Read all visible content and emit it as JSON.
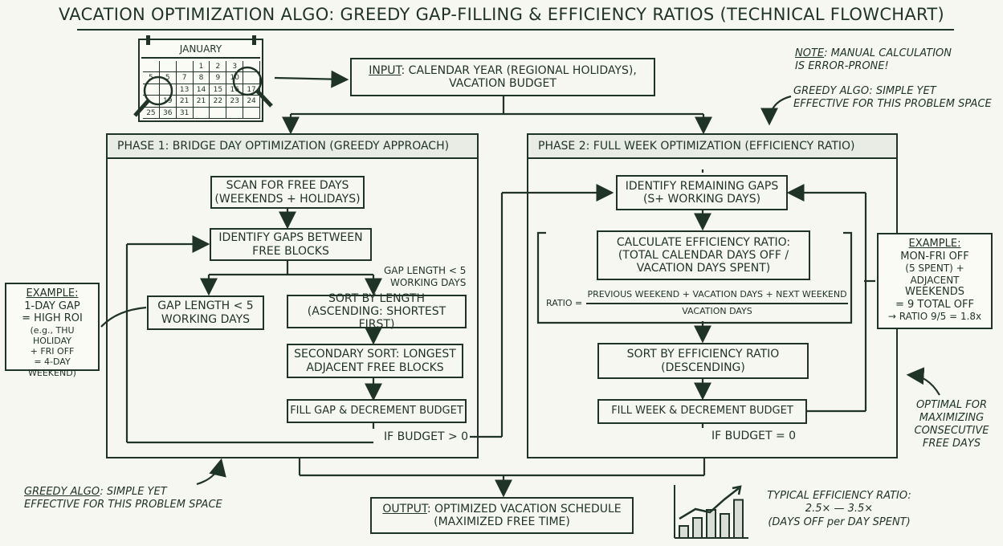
{
  "title": "VACATION OPTIMIZATION ALGO: GREEDY GAP-FILLING & EFFICIENCY RATIOS (TECHNICAL FLOWCHART)",
  "calendar": {
    "month": "JANUARY",
    "rows": [
      [
        "",
        "",
        "",
        "1",
        "2",
        "3",
        ""
      ],
      [
        "5",
        "5",
        "7",
        "8",
        "9",
        "10",
        ""
      ],
      [
        "",
        "",
        "13",
        "14",
        "15",
        "16",
        "17"
      ],
      [
        "",
        "19",
        "21",
        "21",
        "22",
        "23",
        "24"
      ],
      [
        "25",
        "36",
        "31",
        "",
        "",
        "",
        ""
      ]
    ]
  },
  "input": {
    "label": "INPUT",
    "text1": ": CALENDAR YEAR (REGIONAL HOLIDAYS),",
    "text2": "VACATION BUDGET"
  },
  "note_top": {
    "label": "NOTE",
    "text1": ": MANUAL CALCULATION",
    "text2": "IS ERROR-PRONE!"
  },
  "greedy_top": {
    "line1": "GREEDY ALGO: SIMPLE YET",
    "line2": "EFFECTIVE FOR THIS PROBLEM SPACE"
  },
  "phase1": {
    "header": "PHASE 1: BRIDGE DAY OPTIMIZATION (GREEDY APPROACH)",
    "scan": [
      "SCAN FOR FREE DAYS",
      "(WEEKENDS + HOLIDAYS)"
    ],
    "identify": [
      "IDENTIFY GAPS BETWEEN",
      "FREE BLOCKS"
    ],
    "gap_label": [
      "GAP LENGTH < 5",
      "WORKING DAYS"
    ],
    "gap_box": [
      "GAP LENGTH < 5",
      "WORKING DAYS"
    ],
    "sort": [
      "SORT BY LENGTH",
      "(ASCENDING: SHORTEST FIRST)"
    ],
    "secondary": [
      "SECONDARY SORT: LONGEST",
      "ADJACENT FREE BLOCKS"
    ],
    "fill": "FILL GAP & DECREMENT BUDGET",
    "budget": "IF BUDGET > 0"
  },
  "phase2": {
    "header": "PHASE 2: FULL WEEK OPTIMIZATION (EFFICIENCY RATIO)",
    "identify": [
      "IDENTIFY REMAINING GAPS",
      "(S+ WORKING DAYS)"
    ],
    "calc": [
      "CALCULATE EFFICIENCY RATIO:",
      "(TOTAL CALENDAR DAYS OFF /",
      "VACATION DAYS SPENT)"
    ],
    "ratio_label": "RATIO =",
    "ratio_num": "PREVIOUS WEEKEND + VACATION DAYS + NEXT WEEKEND",
    "ratio_den": "VACATION DAYS",
    "sort": [
      "SORT BY EFFICIENCY RATIO",
      "(DESCENDING)"
    ],
    "fill": "FILL WEEK & DECREMENT BUDGET",
    "budget": "IF BUDGET = 0"
  },
  "example_left": {
    "label": "EXAMPLE:",
    "l1": "1-DAY GAP",
    "l2": "= HIGH ROI",
    "l3": "(e.g., THU HOLIDAY",
    "l4": "+ FRI OFF",
    "l5": "= 4-DAY WEEKEND)"
  },
  "example_right": {
    "label": "EXAMPLE:",
    "l1": "MON-FRI OFF",
    "l2": "(5 SPENT) + ADJACENT",
    "l3": "WEEKENDS",
    "l4": "= 9 TOTAL OFF",
    "l5": "→ RATIO 9/5 = 1.8x"
  },
  "optimal": [
    "OPTIMAL FOR",
    "MAXIMIZING",
    "CONSECUTIVE",
    "FREE DAYS"
  ],
  "greedy_bottom": {
    "label": "GREEDY ALGO",
    "text": ": SIMPLE YET",
    "line2": "EFFECTIVE FOR THIS PROBLEM SPACE"
  },
  "output": {
    "label": "OUTPUT",
    "text1": ": OPTIMIZED VACATION SCHEDULE",
    "text2": "(MAXIMIZED FREE TIME)"
  },
  "typical": [
    "TYPICAL EFFICIENCY RATIO:",
    "2.5× — 3.5×",
    "(DAYS OFF per DAY SPENT)"
  ],
  "bars": {
    "values": [
      0.3,
      0.5,
      0.7,
      0.6,
      0.95
    ]
  },
  "colors": {
    "ink": "#1f3326",
    "paper": "#f7f7f1"
  }
}
